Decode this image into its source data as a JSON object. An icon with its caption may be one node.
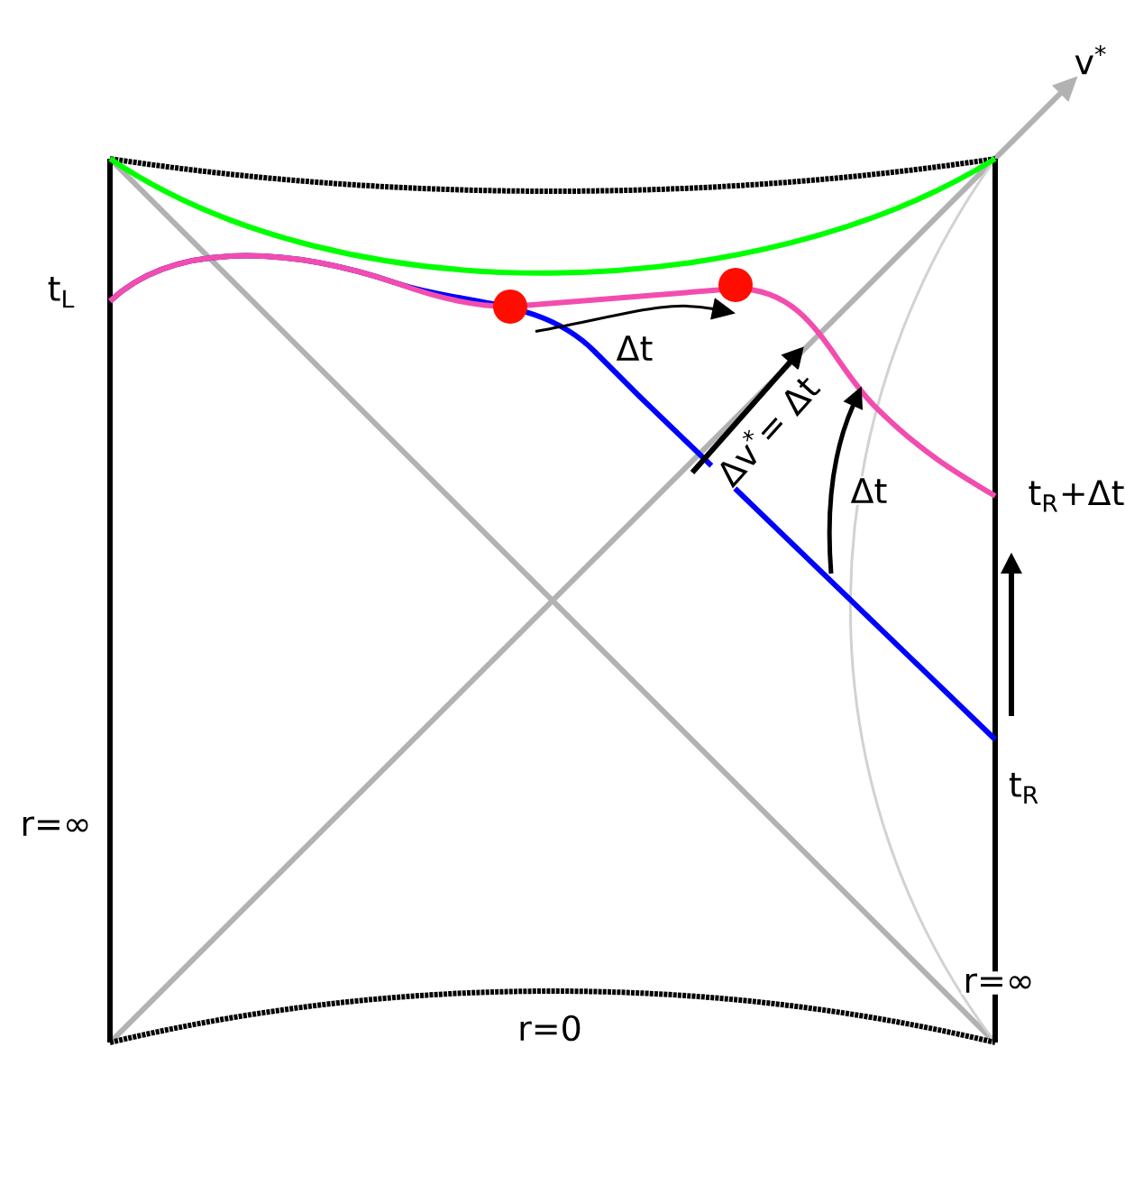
{
  "diagram": {
    "nodes": [
      {
        "text": [],
        "shape": "circle"
      },
      {
        "text": [],
        "shape": "circle"
      }
    ],
    "edges": [
      {
        "from": 0,
        "to": 1,
        "arrow": "to",
        "label": "Δt"
      }
    ],
    "labels": [
      "v$^{*}$",
      "t$_{L}$",
      "Δv$^{*}$= Δt",
      "Δt",
      "t$_{R}$+Δt",
      "t$_{R}$",
      "r=∞",
      "r=∞",
      "r=0"
    ]
  }
}
